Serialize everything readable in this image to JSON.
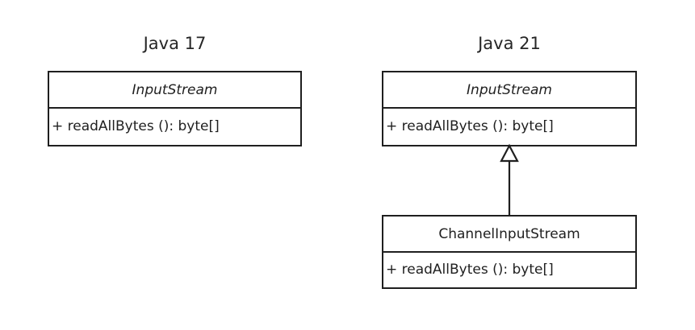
{
  "diagram": {
    "type": "uml-class-diagram",
    "background_color": "#ffffff",
    "line_color": "#1f1f1f",
    "text_color": "#262626"
  },
  "columns": [
    {
      "id": "java17",
      "title": "Java 17"
    },
    {
      "id": "java21",
      "title": "Java 21"
    }
  ],
  "classes": [
    {
      "id": "java17-inputstream",
      "name": "InputStream",
      "abstract": true,
      "members": [
        "+ readAllBytes (): byte[]"
      ]
    },
    {
      "id": "java21-inputstream",
      "name": "InputStream",
      "abstract": true,
      "members": [
        "+ readAllBytes (): byte[]"
      ]
    },
    {
      "id": "channelinputstream",
      "name": "ChannelInputStream",
      "abstract": false,
      "members": [
        "+ readAllBytes (): byte[]"
      ]
    }
  ],
  "relationships": [
    {
      "id": "generalization-1",
      "kind": "generalization",
      "from": "channelinputstream",
      "to": "java21-inputstream",
      "arrow": "hollow-triangle"
    }
  ]
}
